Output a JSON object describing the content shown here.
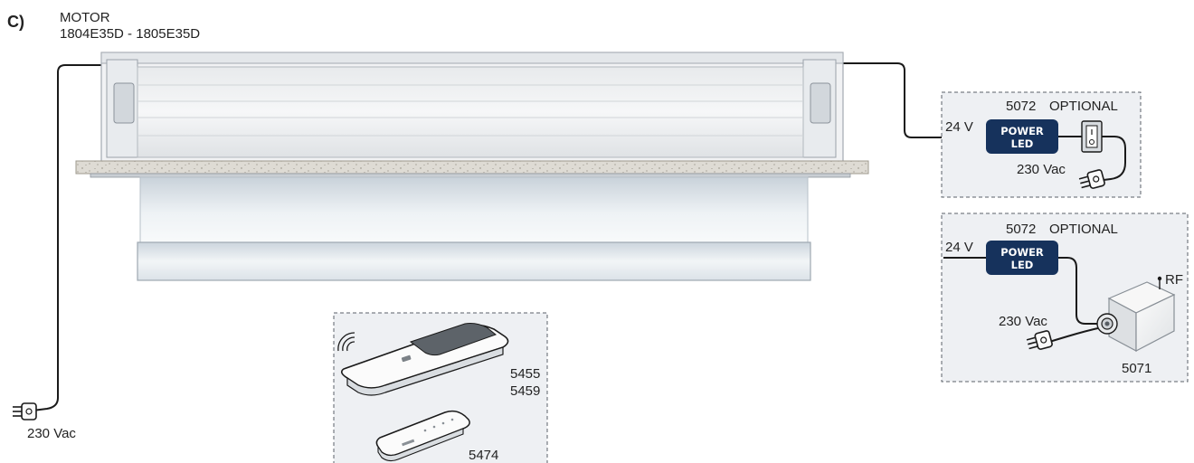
{
  "figure": {
    "section_letter": "C)",
    "motor_title": "MOTOR",
    "motor_models": "1804E35D - 1805E35D"
  },
  "mains_label_left": "230 Vac",
  "supply_top": {
    "code": "5072",
    "tag": "OPTIONAL",
    "voltage": "24 V",
    "box_line1": "POWER",
    "box_line2": "LED",
    "mains_label": "230 Vac"
  },
  "supply_bottom": {
    "code": "5072",
    "tag": "OPTIONAL",
    "voltage": "24 V",
    "box_line1": "POWER",
    "box_line2": "LED",
    "mains_label": "230 Vac",
    "rf_label": "RF",
    "receiver_code": "5071"
  },
  "remotes": {
    "handheld_code_1": "5455",
    "handheld_code_2": "5459",
    "wall_code": "5474"
  },
  "colors": {
    "power_box": "#16325c",
    "line": "#1a1a1a",
    "dashed_frame_fill": "#eef0f3",
    "ceiling": "#dedbd4"
  }
}
